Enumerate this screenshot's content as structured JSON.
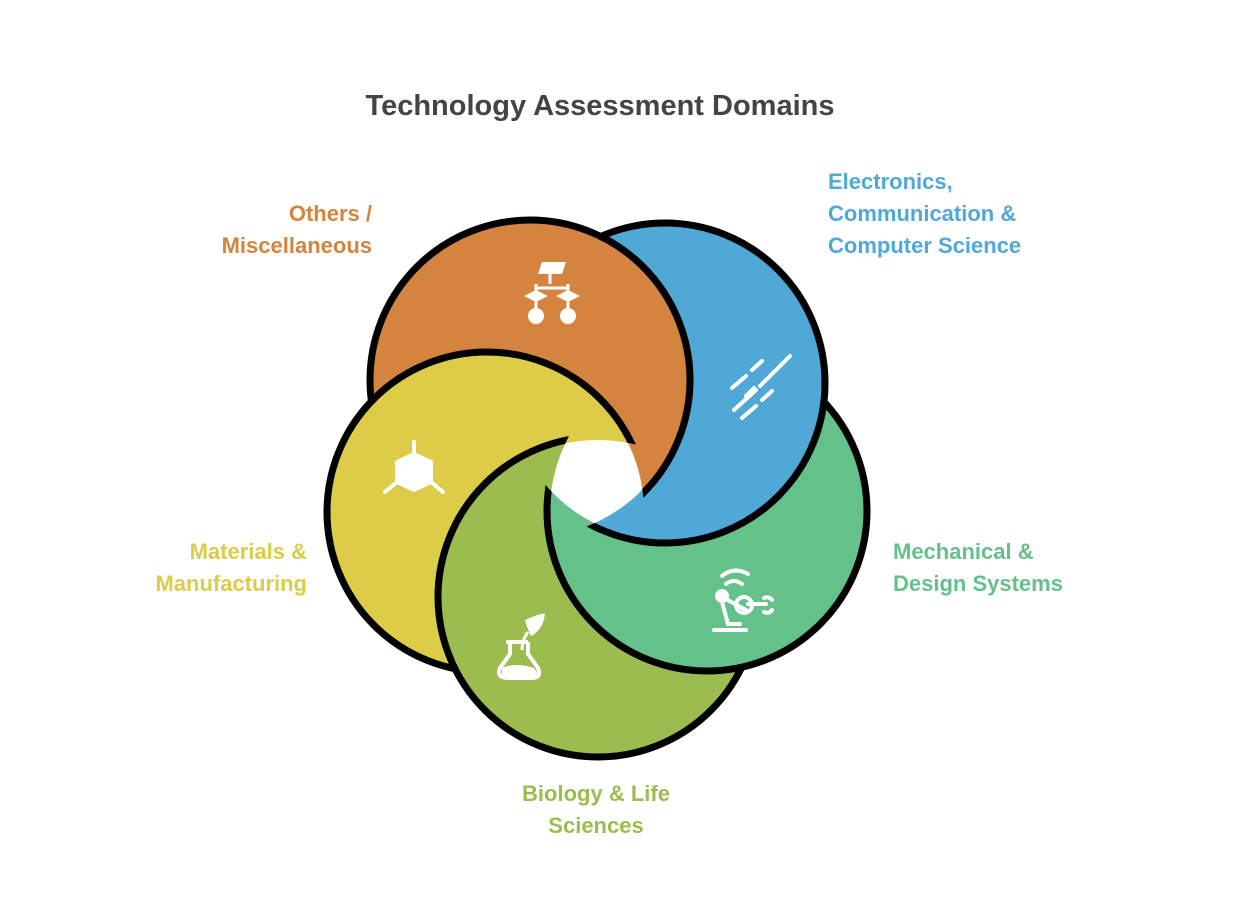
{
  "title": "Technology Assessment Domains",
  "domains": [
    {
      "id": "others",
      "lines": [
        "Others /",
        "Miscellaneous"
      ],
      "color": "#D4843F",
      "icon": "hierarchy-icon"
    },
    {
      "id": "electronics",
      "lines": [
        "Electronics,",
        "Communication &",
        "Computer Science"
      ],
      "color": "#50A8D7",
      "icon": "circuit-connectors-icon"
    },
    {
      "id": "mechanical",
      "lines": [
        "Mechanical &",
        "Design Systems"
      ],
      "color": "#64C18A",
      "icon": "robotic-arm-icon"
    },
    {
      "id": "biology",
      "lines": [
        "Biology & Life",
        "Sciences"
      ],
      "color": "#9BBD4F",
      "icon": "flask-leaf-icon"
    },
    {
      "id": "materials",
      "lines": [
        "Materials &",
        "Manufacturing"
      ],
      "color": "#DCCC47",
      "icon": "cube-icon"
    }
  ]
}
